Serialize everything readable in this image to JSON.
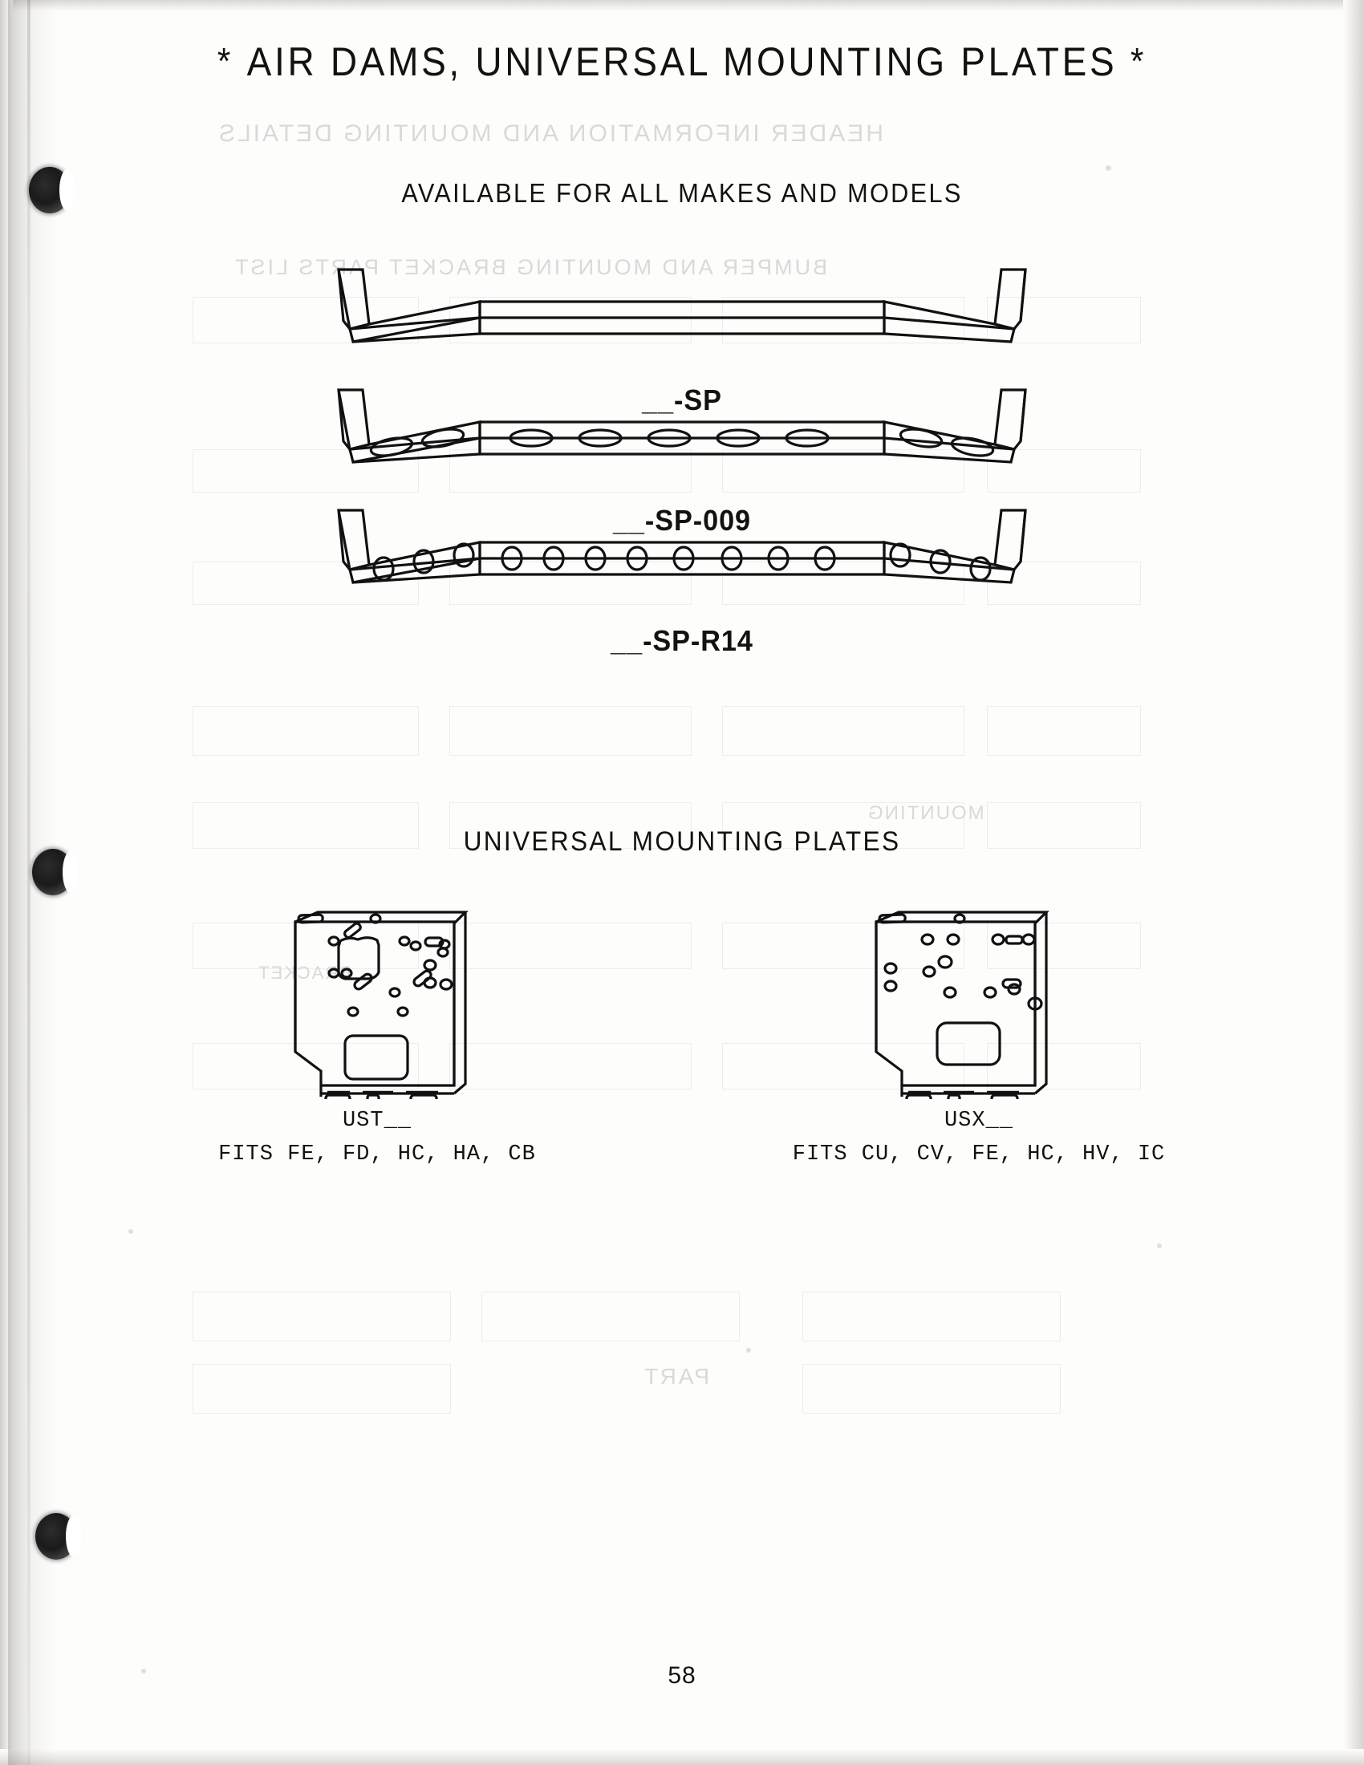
{
  "document": {
    "title": "* AIR DAMS, UNIVERSAL MOUNTING PLATES *",
    "title_star": "*",
    "title_text": "AIR DAMS,  UNIVERSAL  MOUNTING  PLATES",
    "subtitle": "AVAILABLE  FOR  ALL  MAKES  AND  MODELS",
    "page_number": "58"
  },
  "air_dams": {
    "items": [
      {
        "part_number": "__-SP",
        "description": "plain air dam, no punch-outs"
      },
      {
        "part_number": "__-SP-009",
        "description": "air dam with oval slot punch-outs"
      },
      {
        "part_number": "__-SP-R14",
        "description": "air dam with round hole punch-outs"
      }
    ]
  },
  "mounting_plates": {
    "heading": "UNIVERSAL  MOUNTING  PLATES",
    "items": [
      {
        "part_number": "UST__",
        "fits_label": "FITS FE, FD, HC, HA, CB",
        "fits": [
          "FE",
          "FD",
          "HC",
          "HA",
          "CB"
        ]
      },
      {
        "part_number": "USX__",
        "fits_label": "FITS CU, CV, FE, HC, HV, IC",
        "fits": [
          "CU",
          "CV",
          "FE",
          "HC",
          "HV",
          "IC"
        ]
      }
    ]
  },
  "colors": {
    "ink": "#14120f",
    "paper": "#fdfdfc",
    "line": "#111111"
  }
}
